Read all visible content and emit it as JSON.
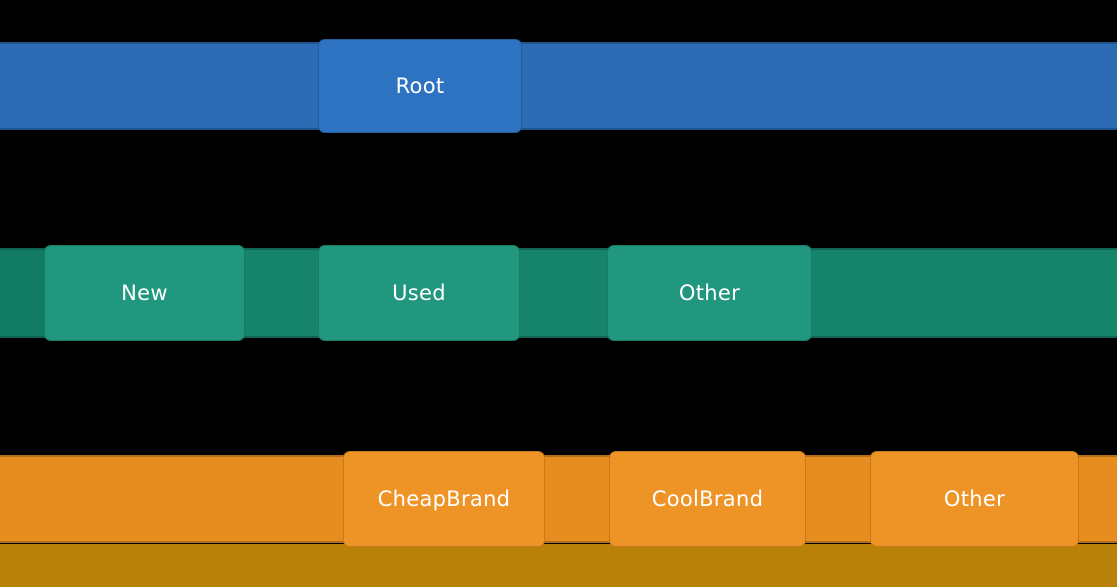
{
  "canvas": {
    "background": "#000000",
    "text_color": "#FFFFFF"
  },
  "tree": {
    "levels": [
      {
        "depth": 0,
        "bar_color": "#2B6CB5",
        "node_color": "#2E73C2",
        "nodes": [
          {
            "label": "Root"
          }
        ]
      },
      {
        "depth": 1,
        "bar_color": "#16836B",
        "bar_left_segment_color": "#117A62",
        "node_color": "#20977E",
        "nodes": [
          {
            "label": "New"
          },
          {
            "label": "Used"
          },
          {
            "label": "Other"
          }
        ]
      },
      {
        "depth": 2,
        "bar_color": "#E78D20",
        "node_color": "#EE9426",
        "nodes": [
          {
            "label": "CheapBrand"
          },
          {
            "label": "CoolBrand"
          },
          {
            "label": "Other"
          }
        ]
      }
    ],
    "next_level_strip_color": "#B98108"
  }
}
